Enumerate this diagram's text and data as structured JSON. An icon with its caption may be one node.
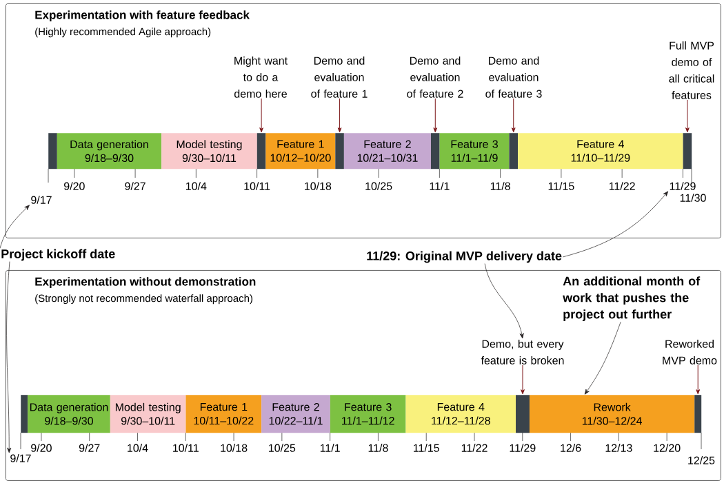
{
  "diagram": {
    "nodes": [
      {
        "text": [
          "Experimentation with feature feedback",
          "(Highly recommended Agile approach)"
        ]
      },
      {
        "text": [],
        "shape": "bar",
        "in": 0
      },
      {
        "text": [
          "Data generation",
          "9/18–9/30"
        ],
        "in": 0
      },
      {
        "text": [
          "Model testing",
          "9/30–10/11"
        ],
        "in": 0
      },
      {
        "text": [],
        "shape": "bar",
        "in": 0
      },
      {
        "text": [
          "Feature 1",
          "10/12–10/20"
        ],
        "in": 0
      },
      {
        "text": [],
        "shape": "bar",
        "in": 0
      },
      {
        "text": [
          "Feature 2",
          "10/21–10/31"
        ],
        "in": 0
      },
      {
        "text": [],
        "shape": "bar",
        "in": 0
      },
      {
        "text": [
          "Feature 3",
          "11/1–11/9"
        ],
        "in": 0
      },
      {
        "text": [],
        "shape": "bar",
        "in": 0
      },
      {
        "text": [
          "Feature 4",
          "11/10–11/29"
        ],
        "in": 0
      },
      {
        "text": [],
        "shape": "bar",
        "in": 0
      },
      {
        "text": [
          "Might want to do a demo here"
        ],
        "in": 0
      },
      {
        "text": [
          "Demo and evaluation of feature 1"
        ],
        "in": 0
      },
      {
        "text": [
          "Demo and evaluation of feature 2"
        ],
        "in": 0
      },
      {
        "text": [
          "Demo and evaluation of feature 3"
        ],
        "in": 0
      },
      {
        "text": [
          "Full MVP demo of all critical features"
        ],
        "in": 0
      },
      {
        "text": [
          "9/17"
        ],
        "in": 0
      },
      {
        "text": [
          "11/29"
        ],
        "in": 0
      },
      {
        "text": [
          "Project kickoff date"
        ]
      },
      {
        "text": [
          "11/29: Original MVP delivery date"
        ]
      },
      {
        "text": [
          "Experimentation without demonstration",
          "(Strongly not recommended waterfall approach)"
        ]
      },
      {
        "text": [],
        "shape": "bar",
        "in": 22
      },
      {
        "text": [
          "Data generation",
          "9/18–9/30"
        ],
        "in": 22
      },
      {
        "text": [
          "Model testing",
          "9/30–10/11"
        ],
        "in": 22
      },
      {
        "text": [
          "Feature 1",
          "10/11–10/22"
        ],
        "in": 22
      },
      {
        "text": [
          "Feature 2",
          "10/22–11/1"
        ],
        "in": 22
      },
      {
        "text": [
          "Feature 3",
          "11/1–11/12"
        ],
        "in": 22
      },
      {
        "text": [
          "Feature 4",
          "11/12–11/28"
        ],
        "in": 22
      },
      {
        "text": [],
        "shape": "bar",
        "in": 22
      },
      {
        "text": [
          "Rework",
          "11/30–12/24"
        ],
        "in": 22
      },
      {
        "text": [],
        "shape": "bar",
        "in": 22
      },
      {
        "text": [
          "Demo, but every feature is broken"
        ],
        "in": 22
      },
      {
        "text": [
          "An additional month of work that pushes the project out further"
        ],
        "in": 22
      },
      {
        "text": [
          "Reworked MVP demo"
        ],
        "in": 22
      },
      {
        "text": [
          "9/17"
        ],
        "in": 22
      }
    ],
    "edges": [
      {
        "from": 13,
        "to": 4,
        "arrow": "to"
      },
      {
        "from": 14,
        "to": 6,
        "arrow": "to"
      },
      {
        "from": 15,
        "to": 8,
        "arrow": "to"
      },
      {
        "from": 16,
        "to": 10,
        "arrow": "to"
      },
      {
        "from": 17,
        "to": 12,
        "arrow": "to"
      },
      {
        "from": 20,
        "to": 18,
        "arrow": "to",
        "color": "#231f20"
      },
      {
        "from": 20,
        "to": 36,
        "arrow": "to",
        "color": "#231f20"
      },
      {
        "from": 21,
        "to": 19,
        "arrow": "to",
        "color": "#231f20"
      },
      {
        "from": 21,
        "to": 33,
        "arrow": "to",
        "color": "#231f20"
      },
      {
        "from": 34,
        "to": 31,
        "arrow": "to",
        "color": "#231f20"
      },
      {
        "from": 33,
        "to": 30,
        "arrow": "to"
      },
      {
        "from": 35,
        "to": 32,
        "arrow": "to"
      }
    ],
    "labels": [
      "9/20",
      "9/27",
      "10/4",
      "10/11",
      "10/18",
      "10/25",
      "11/1",
      "11/8",
      "11/15",
      "11/22",
      "11/30",
      "9/20",
      "9/27",
      "10/4",
      "10/11",
      "10/18",
      "10/25",
      "11/1",
      "11/8",
      "11/15",
      "11/22",
      "11/29",
      "12/6",
      "12/13",
      "12/20",
      "12/25"
    ]
  }
}
